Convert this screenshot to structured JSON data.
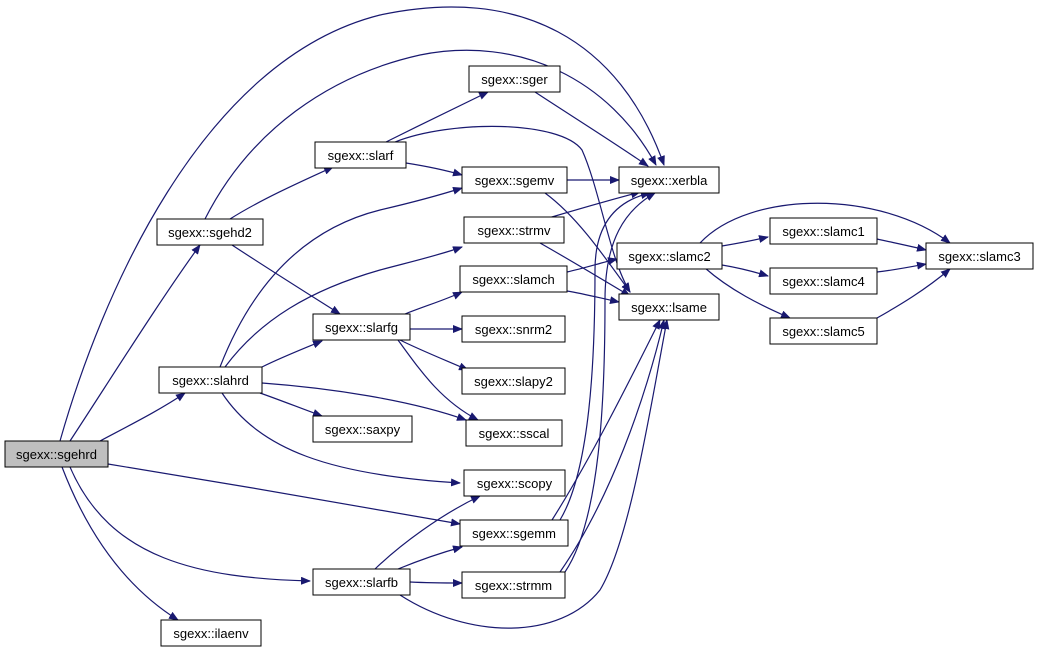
{
  "colors": {
    "edge": "#191970",
    "node_border": "#000000",
    "node_fill": "#ffffff",
    "root_fill": "#bfbfbf"
  },
  "nodes": {
    "sgehrd": "sgexx::sgehrd",
    "sgehd2": "sgexx::sgehd2",
    "slahrd": "sgexx::slahrd",
    "slarfb": "sgexx::slarfb",
    "ilaenv": "sgexx::ilaenv",
    "slarf": "sgexx::slarf",
    "slarfg": "sgexx::slarfg",
    "saxpy": "sgexx::saxpy",
    "sger": "sgexx::sger",
    "sgemv": "sgexx::sgemv",
    "strmv": "sgexx::strmv",
    "slamch": "sgexx::slamch",
    "snrm2": "sgexx::snrm2",
    "slapy2": "sgexx::slapy2",
    "sscal": "sgexx::sscal",
    "scopy": "sgexx::scopy",
    "sgemm": "sgexx::sgemm",
    "strmm": "sgexx::strmm",
    "xerbla": "sgexx::xerbla",
    "slamc2": "sgexx::slamc2",
    "lsame": "sgexx::lsame",
    "slamc1": "sgexx::slamc1",
    "slamc4": "sgexx::slamc4",
    "slamc5": "sgexx::slamc5",
    "slamc3": "sgexx::slamc3"
  },
  "edges": [
    [
      "sgehrd",
      "xerbla"
    ],
    [
      "sgehrd",
      "sgehd2"
    ],
    [
      "sgehrd",
      "slahrd"
    ],
    [
      "sgehrd",
      "sgemm"
    ],
    [
      "sgehrd",
      "slarfb"
    ],
    [
      "sgehrd",
      "ilaenv"
    ],
    [
      "sgehd2",
      "xerbla"
    ],
    [
      "sgehd2",
      "slarf"
    ],
    [
      "sgehd2",
      "slarfg"
    ],
    [
      "slahrd",
      "sgemv"
    ],
    [
      "slahrd",
      "strmv"
    ],
    [
      "slahrd",
      "slarfg"
    ],
    [
      "slahrd",
      "saxpy"
    ],
    [
      "slahrd",
      "sscal"
    ],
    [
      "slahrd",
      "scopy"
    ],
    [
      "slarfb",
      "scopy"
    ],
    [
      "slarfb",
      "sgemm"
    ],
    [
      "slarfb",
      "strmm"
    ],
    [
      "slarfb",
      "lsame"
    ],
    [
      "slarf",
      "sger"
    ],
    [
      "slarf",
      "sgemv"
    ],
    [
      "slarf",
      "lsame"
    ],
    [
      "slarfg",
      "slamch"
    ],
    [
      "slarfg",
      "snrm2"
    ],
    [
      "slarfg",
      "slapy2"
    ],
    [
      "slarfg",
      "sscal"
    ],
    [
      "sger",
      "xerbla"
    ],
    [
      "sgemv",
      "xerbla"
    ],
    [
      "sgemv",
      "lsame"
    ],
    [
      "strmv",
      "xerbla"
    ],
    [
      "strmv",
      "lsame"
    ],
    [
      "slamch",
      "slamc2"
    ],
    [
      "slamch",
      "lsame"
    ],
    [
      "sgemm",
      "xerbla"
    ],
    [
      "sgemm",
      "lsame"
    ],
    [
      "strmm",
      "xerbla"
    ],
    [
      "strmm",
      "lsame"
    ],
    [
      "slamc2",
      "slamc1"
    ],
    [
      "slamc2",
      "slamc4"
    ],
    [
      "slamc2",
      "slamc5"
    ],
    [
      "slamc2",
      "slamc3"
    ],
    [
      "slamc1",
      "slamc3"
    ],
    [
      "slamc4",
      "slamc3"
    ],
    [
      "slamc5",
      "slamc3"
    ]
  ]
}
